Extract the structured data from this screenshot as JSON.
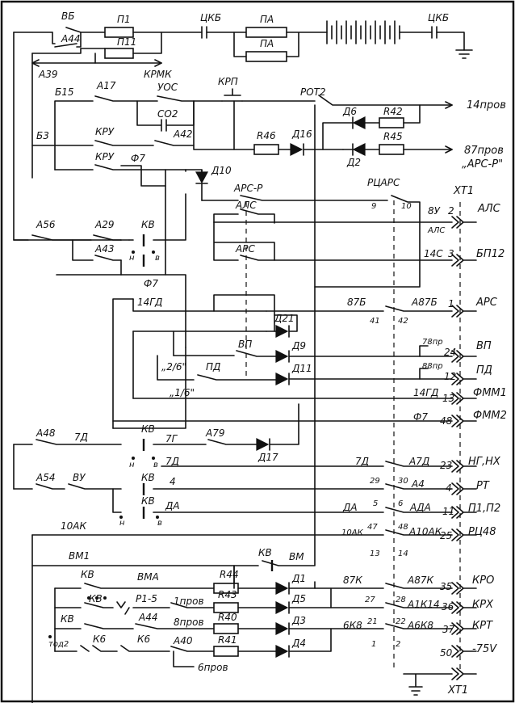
{
  "labels": {
    "VB": "ВБ",
    "A44_top": "А44",
    "P1": "П1",
    "P11": "П11",
    "TsKB": "ЦКБ",
    "PA_top": "ПА",
    "PA_bot": "ПА",
    "TsKB2": "ЦКБ",
    "A39": "А39",
    "KRMK": "КРМК",
    "B15": "Б15",
    "A17": "А17",
    "UOS": "УОС",
    "KRP": "КРП",
    "ROT2": "РОТ2",
    "out_14prov": "14пров",
    "CO2": "СО2",
    "D6": "Д6",
    "R42": "R42",
    "KRU1": "КРУ",
    "A42": "А42",
    "R46": "R46",
    "D16": "Д16",
    "D2": "Д2",
    "R45": "R45",
    "out_87prov": "87пров",
    "out_ARS_R": "„АРС-Р\"",
    "B3": "Б3",
    "KRU2": "КРУ",
    "F7_top": "Ф7",
    "D10": "Д10",
    "ARS_R": "АРС-Р",
    "RTsARS": "РЦАРС",
    "n9": "9",
    "n10": "10",
    "XT1_top": "ХТ1",
    "ALS_sw": "АЛС",
    "n8U": "8У",
    "pin2": "2",
    "ALS_out": "АЛС",
    "ALS_small": "АЛС",
    "A56": "А56",
    "A29": "А29",
    "KV1": "КВ",
    "A43": "А43",
    "h1": "н",
    "v1": "в",
    "ARS_sw": "АРС",
    "n14S": "14С",
    "pin3": "3",
    "BP12": "БП12",
    "F7_mid": "Ф7",
    "n14GD": "14ГД",
    "D21": "Д21",
    "n87B": "87Б",
    "A87B": "А87Б",
    "pin1": "1",
    "ARS_out": "АРС",
    "n41": "41",
    "n42": "42",
    "VP_sw": "ВП",
    "D9": "Д9",
    "n78PR": "78пр",
    "pin24": "24",
    "VP_out": "ВП",
    "s26": "„2/6\"",
    "PD_sw": "ПД",
    "D11": "Д11",
    "n88PR": "88пр",
    "pin12": "12",
    "PD_out": "ПД",
    "s16": "„1/6\"",
    "n14GD2": "14ГД",
    "pin13": "13",
    "FMM1": "ФММ1",
    "F7_bot": "Ф7",
    "pin48": "48",
    "FMM2": "ФММ2",
    "A48": "А48",
    "n7D": "7Д",
    "KV2": "КВ",
    "n7G": "7Г",
    "A79": "А79",
    "D17": "Д17",
    "h2": "н",
    "v2": "в",
    "n7D2": "7Д",
    "n7D3": "7Д",
    "A7D": "А7Д",
    "pin23": "23",
    "NGNH": "НГ,НХ",
    "n29": "29",
    "n30": "30",
    "A54": "А54",
    "VU": "ВУ",
    "KV3": "КВ",
    "n4": "4",
    "A4": "А4",
    "pin4": "4",
    "RT": "РТ",
    "n5": "5",
    "n6": "6",
    "KV4": "КВ",
    "DA": "ДА",
    "DA2": "ДА",
    "ADA": "АДА",
    "pin11": "11",
    "P1P2": "П1,П2",
    "h3": "н",
    "v3": "в",
    "n10AK": "10АК",
    "n10AK2": "10АК",
    "A10AK": "А10АК",
    "pin25": "25",
    "RTs48": "РЦ48",
    "n47": "47",
    "n48": "48",
    "n13": "13",
    "n14": "14",
    "VM1": "ВМ1",
    "KV5": "КВ",
    "VM": "ВМ",
    "KV6": "КВ",
    "VMA": "ВМА",
    "R44": "R44",
    "D1": "Д1",
    "n87K": "87К",
    "A87K": "А87К",
    "pin35": "35",
    "KRO": "КРО",
    "KV7": "КВ",
    "P15": "Р1-5",
    "prov1": "1пров",
    "R43": "R43",
    "D5": "Д5",
    "n27": "27",
    "n28": "28",
    "A1K14": "А1К14",
    "pin36": "36",
    "KRKh": "КРХ",
    "KV8": "КВ",
    "A44_bot": "А44",
    "prov8": "8пров",
    "R40": "R40",
    "D3": "Д3",
    "n6K8": "6К8",
    "n21": "21",
    "n22": "22",
    "A6K8": "А6К8",
    "pin37": "37",
    "KRT": "КРТ",
    "TOD2": "тод2",
    "K6a": "К6",
    "K6b": "К6",
    "A40": "А40",
    "R41": "R41",
    "D4": "Д4",
    "n1": "1",
    "n2": "2",
    "pin50": "50",
    "m75V": "-75V",
    "prov6": "6пров",
    "XT1_bot": "ХТ1"
  }
}
